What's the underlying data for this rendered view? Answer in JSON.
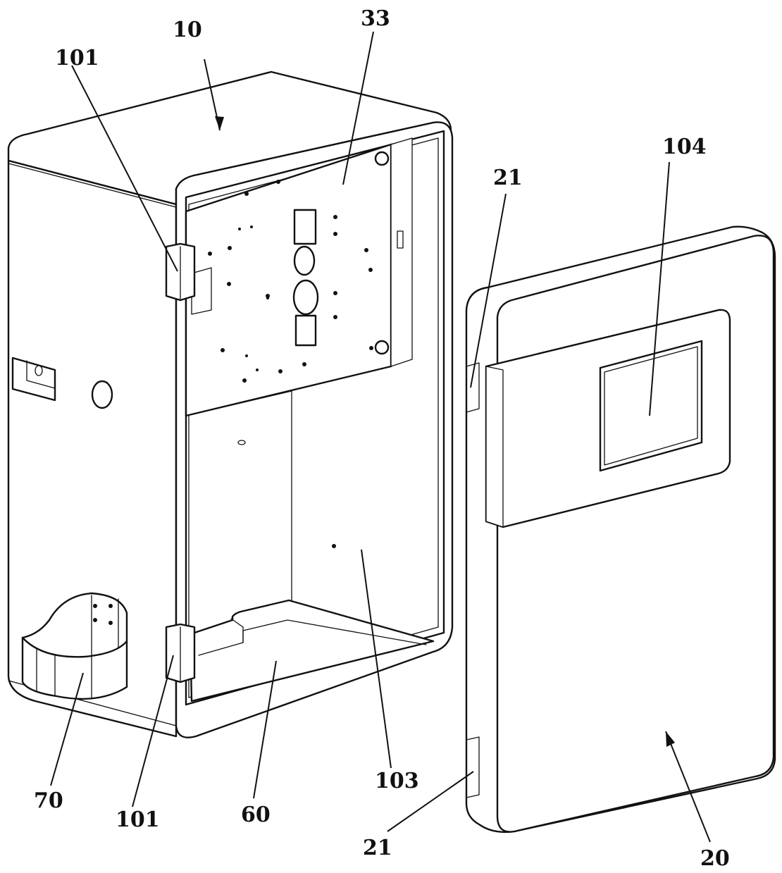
{
  "labels": {
    "l10": "10",
    "l33": "33",
    "l101_top": "101",
    "l101_bottom": "101",
    "l104": "104",
    "l21_top": "21",
    "l21_bottom": "21",
    "l103": "103",
    "l70": "70",
    "l60": "60",
    "l20": "20"
  }
}
